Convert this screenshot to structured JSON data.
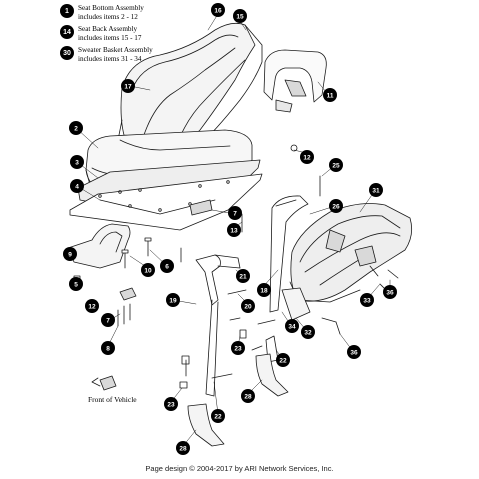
{
  "legend": [
    {
      "badge": "1",
      "line1": "Seat Bottom Assembly",
      "line2": "includes items 2 - 12"
    },
    {
      "badge": "14",
      "line1": "Seat Back Assembly",
      "line2": "includes items 15 - 17"
    },
    {
      "badge": "30",
      "line1": "Sweater Basket Assembly",
      "line2": "includes items 31 - 34"
    }
  ],
  "callouts": [
    "16",
    "15",
    "17",
    "11",
    "2",
    "12",
    "3",
    "25",
    "4",
    "31",
    "26",
    "7",
    "6",
    "13",
    "10",
    "9",
    "33",
    "36",
    "5",
    "18",
    "20",
    "12",
    "21",
    "19",
    "8",
    "34",
    "32",
    "7",
    "36",
    "23",
    "22",
    "28",
    "23",
    "22",
    "28"
  ],
  "front_of_vehicle_label": "Front of Vehicle",
  "credit": "Page design © 2004-2017 by ARI Network Services, Inc.",
  "colors": {
    "line": "#1a1a1a",
    "callout_fill": "#000000",
    "callout_text": "#ffffff",
    "shade": "#d9d9d9"
  }
}
